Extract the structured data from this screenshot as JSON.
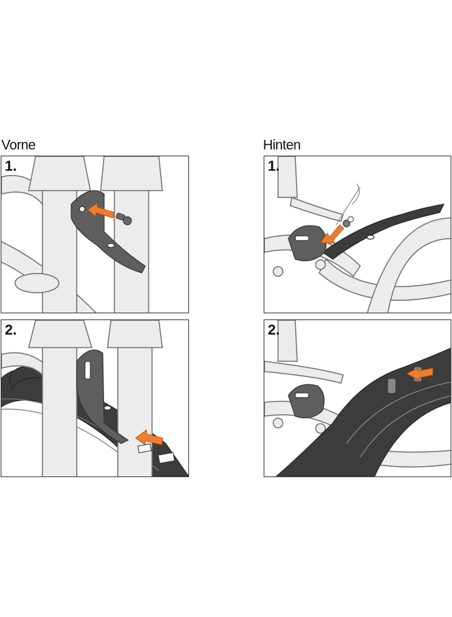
{
  "columns": {
    "front": {
      "title": "Vorne",
      "steps": [
        {
          "label": "1."
        },
        {
          "label": "2."
        }
      ]
    },
    "rear": {
      "title": "Hinten",
      "steps": [
        {
          "label": "1."
        },
        {
          "label": "2."
        }
      ]
    }
  },
  "colors": {
    "frame_fill": "#ececec",
    "frame_stroke": "#707070",
    "mudguard": "#3c3c3c",
    "bracket": "#5e5e5e",
    "arrow": "#f07d2c"
  }
}
